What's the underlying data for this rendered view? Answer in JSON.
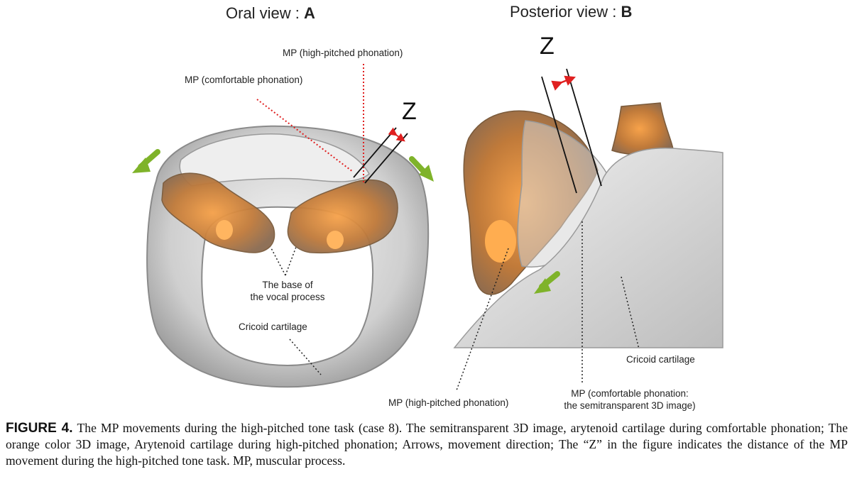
{
  "panels": {
    "a": {
      "title_text": "Oral view : ",
      "title_letter": "A"
    },
    "b": {
      "title_text": "Posterior view : ",
      "title_letter": "B"
    }
  },
  "labels_a": {
    "mp_high": "MP (high-pitched phonation)",
    "mp_comfortable": "MP (comfortable phonation)",
    "z": "Z",
    "base_line1": "The base of",
    "base_line2": "the vocal process",
    "cricoid": "Cricoid  cartilage"
  },
  "labels_b": {
    "z": "Z",
    "cricoid": "Cricoid  cartilage",
    "mp_high": "MP (high-pitched phonation)",
    "mp_comf_line1": "MP (comfortable phonation:",
    "mp_comf_line2": "the semitransparent 3D image)"
  },
  "caption": {
    "figure_label": "FIGURE 4.",
    "text": "The MP movements during the high-pitched tone task (case 8). The semitransparent 3D image, arytenoid cartilage during comfortable phonation; The orange color 3D image, Arytenoid cartilage during high-pitched phonation; Arrows, movement direction; The “Z” in the figure indicates the distance of the MP movement during the high-pitched tone task. MP, muscular process."
  },
  "colors": {
    "cartilage_gray": "#d8d8d8",
    "arytenoid_orange": "#e08a2e",
    "arrow_green": "#7fb32a",
    "marker_red": "#e02020"
  }
}
